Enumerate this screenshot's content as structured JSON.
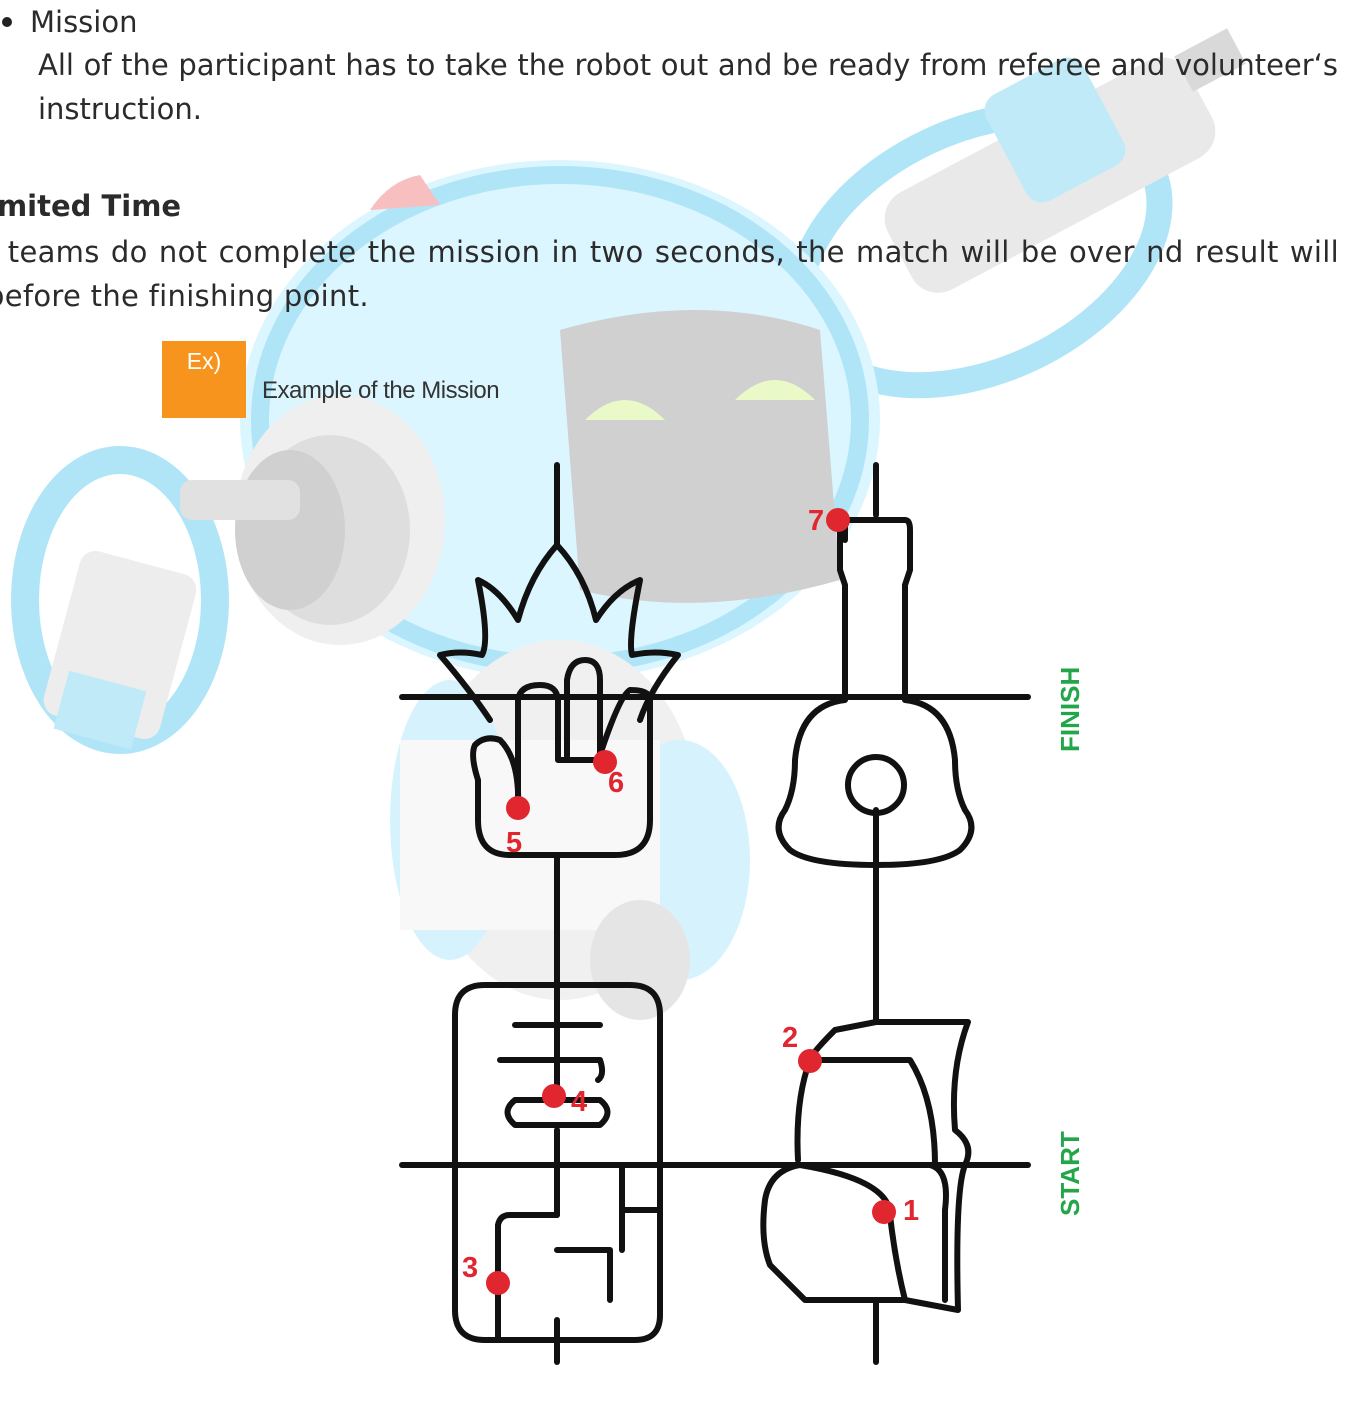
{
  "mission": {
    "bullet_label": "Mission",
    "text": "All of the participant has to take the robot out and be ready from referee and volunteer‘s instruction."
  },
  "limited_time": {
    "heading": "imited Time",
    "text": "f teams do not complete the mission in two seconds, the match will be over nd result will before the finishing point."
  },
  "example": {
    "badge": "Ex)",
    "title": "Example of the Mission"
  },
  "track": {
    "finish_label": "FINISH",
    "start_label": "START",
    "checkpoints": [
      "1",
      "2",
      "3",
      "4",
      "5",
      "6",
      "7"
    ],
    "colors": {
      "line": "#111111",
      "checkpoint": "#e0262f",
      "badge": "#f7941d",
      "start_finish": "#23a64a"
    }
  }
}
